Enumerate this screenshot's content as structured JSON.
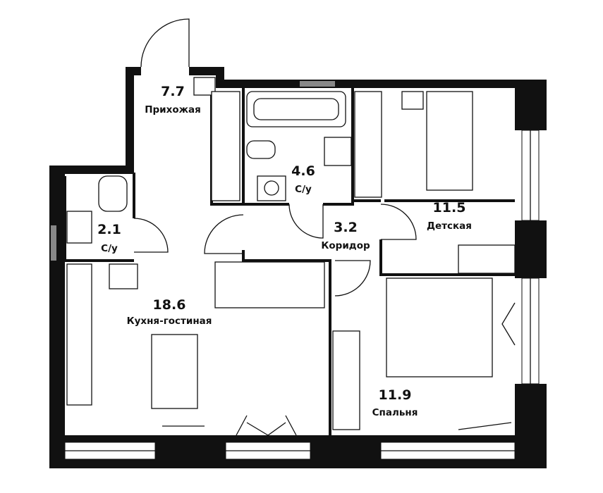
{
  "rooms": [
    {
      "id": "hall",
      "area": "7.7",
      "name": "Прихожая"
    },
    {
      "id": "bath-main",
      "area": "4.6",
      "name": "С/у"
    },
    {
      "id": "bath-small",
      "area": "2.1",
      "name": "С/у"
    },
    {
      "id": "corridor",
      "area": "3.2",
      "name": "Коридор"
    },
    {
      "id": "kids",
      "area": "11.5",
      "name": "Детская"
    },
    {
      "id": "living",
      "area": "18.6",
      "name": "Кухня-гостиная"
    },
    {
      "id": "bedroom",
      "area": "11.9",
      "name": "Спальня"
    }
  ],
  "colors": {
    "wall": "#111111",
    "window": "#888888",
    "background": "#ffffff"
  }
}
